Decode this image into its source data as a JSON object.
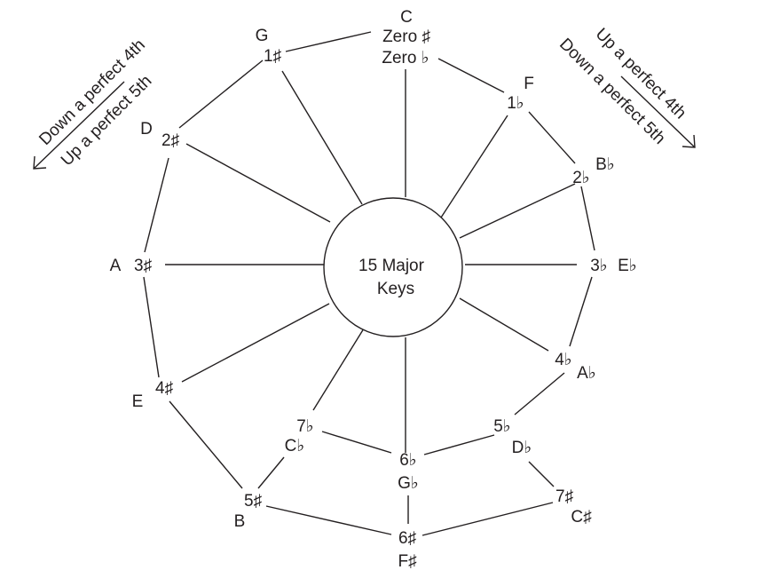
{
  "center": {
    "line1": "15 Major",
    "line2": "Keys"
  },
  "annotations": {
    "left": {
      "line1": "Down a perfect 4th",
      "line2": "Up a perfect 5th"
    },
    "right": {
      "line1": "Up a perfect 4th",
      "line2": "Down a perfect 5th"
    }
  },
  "labels": [
    {
      "id": "c-key",
      "text": "C"
    },
    {
      "id": "c-sig-sharp",
      "text": "Zero ♯"
    },
    {
      "id": "c-sig-flat",
      "text": "Zero ♭"
    },
    {
      "id": "g-key",
      "text": "G"
    },
    {
      "id": "g-sig",
      "text": "1♯"
    },
    {
      "id": "d-key",
      "text": "D"
    },
    {
      "id": "d-sig",
      "text": "2♯"
    },
    {
      "id": "a-key",
      "text": "A"
    },
    {
      "id": "a-sig",
      "text": "3♯"
    },
    {
      "id": "e-key",
      "text": "E"
    },
    {
      "id": "e-sig",
      "text": "4♯"
    },
    {
      "id": "b-sig",
      "text": "5♯"
    },
    {
      "id": "b-key",
      "text": "B"
    },
    {
      "id": "fsharp-sig",
      "text": "6♯"
    },
    {
      "id": "fsharp-key",
      "text": "F♯"
    },
    {
      "id": "gflat-sig",
      "text": "6♭"
    },
    {
      "id": "gflat-key",
      "text": "G♭"
    },
    {
      "id": "cflat-sig",
      "text": "7♭"
    },
    {
      "id": "cflat-key",
      "text": "C♭"
    },
    {
      "id": "csharp-sig",
      "text": "7♯"
    },
    {
      "id": "csharp-key",
      "text": "C♯"
    },
    {
      "id": "dflat-sig",
      "text": "5♭"
    },
    {
      "id": "dflat-key",
      "text": "D♭"
    },
    {
      "id": "aflat-sig",
      "text": "4♭"
    },
    {
      "id": "aflat-key",
      "text": "A♭"
    },
    {
      "id": "eflat-sig",
      "text": "3♭"
    },
    {
      "id": "eflat-key",
      "text": "E♭"
    },
    {
      "id": "bflat-sig",
      "text": "2♭"
    },
    {
      "id": "bflat-key",
      "text": "B♭"
    },
    {
      "id": "f-key",
      "text": "F"
    },
    {
      "id": "f-sig",
      "text": "1♭"
    }
  ]
}
